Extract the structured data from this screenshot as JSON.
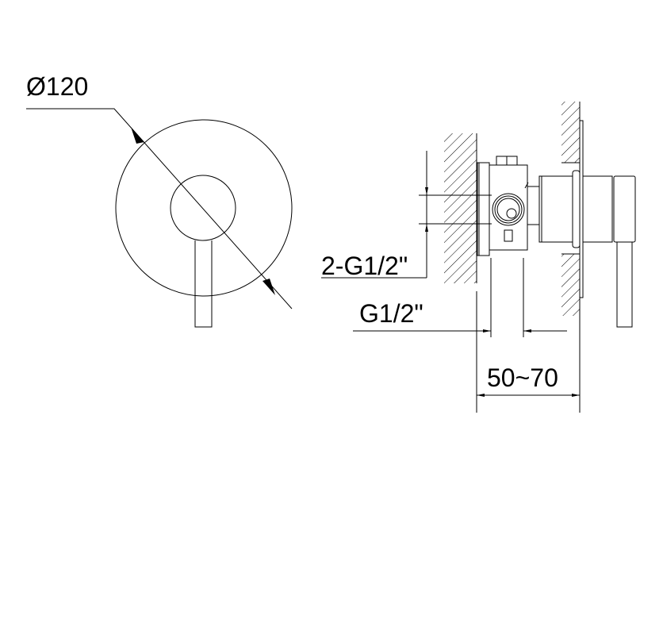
{
  "drawing": {
    "front_view": {
      "diameter_label": "Ø120"
    },
    "side_view": {
      "inlet_label": "2-G1/2\"",
      "outlet_label": "G1/2\"",
      "wall_depth_label": "50~70"
    },
    "line_color": "#000000"
  }
}
